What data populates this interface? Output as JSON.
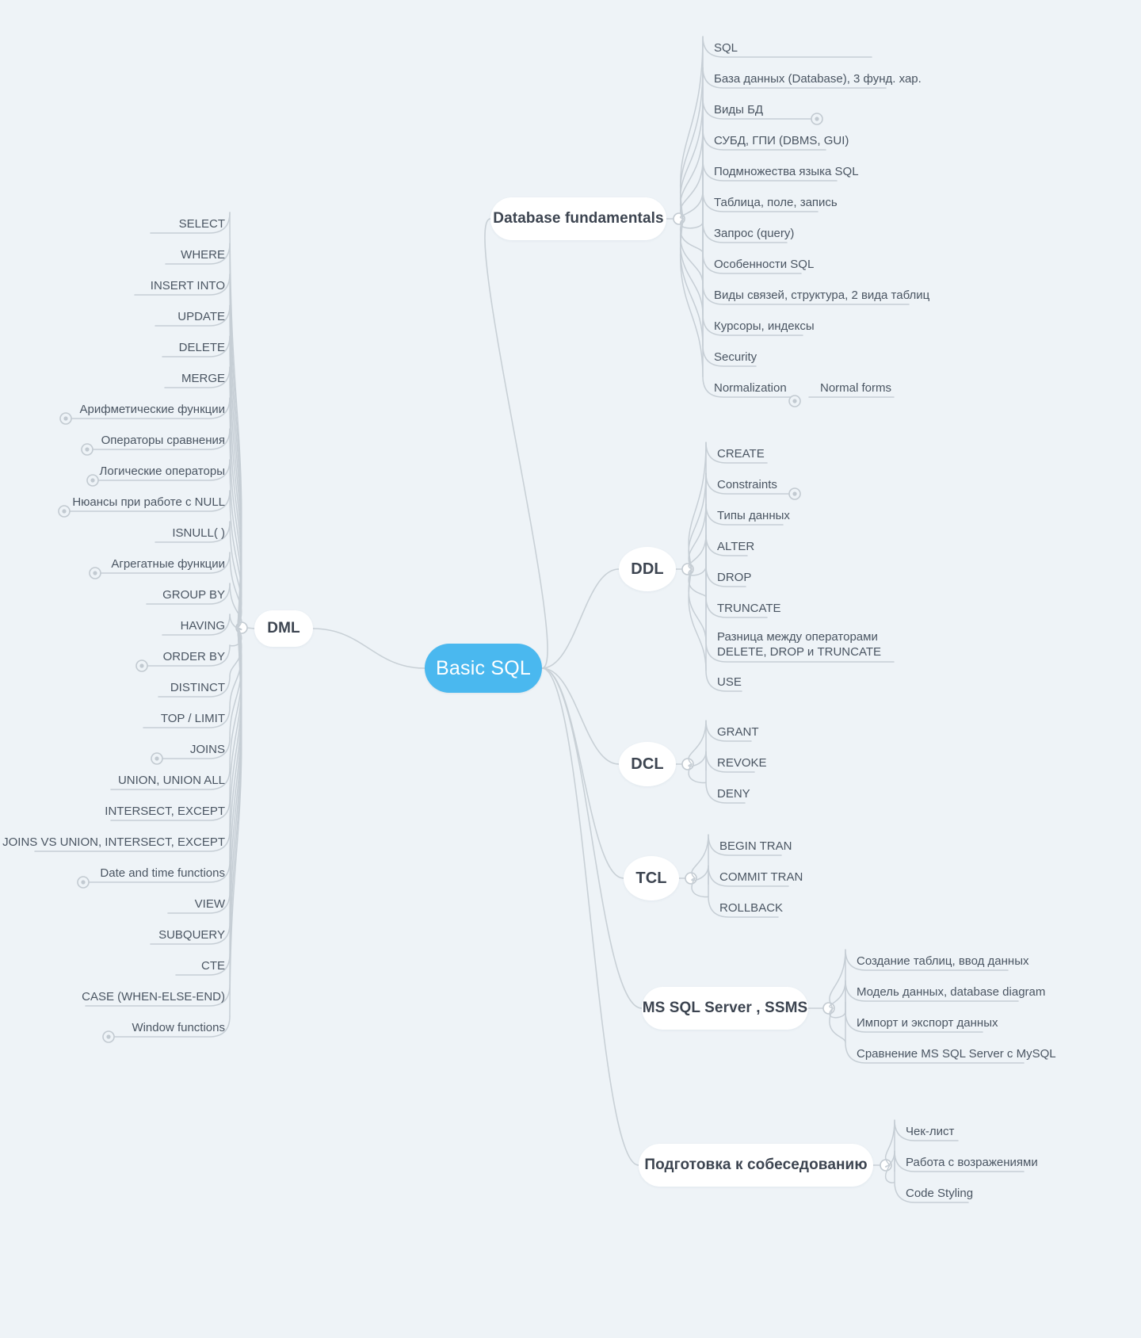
{
  "meta": {
    "background_color": "#eef3f7",
    "root_color": "#4ab8ef",
    "line_color": "#c8d0d6",
    "text_color": "#4a5562",
    "topic_text_color": "#3c4450"
  },
  "root": {
    "label": "Basic SQL"
  },
  "branches": {
    "database_fundamentals": {
      "label": "Database fundamentals",
      "items": [
        "SQL",
        "База данных (Database), 3 фунд. хар.",
        "Виды БД",
        "СУБД, ГПИ (DBMS, GUI)",
        "Подмножества языка SQL",
        "Таблица, поле, запись",
        "Запрос (query)",
        "Особенности SQL",
        "Виды связей, структура, 2 вида таблиц",
        "Курсоры, индексы",
        "Security",
        "Normalization"
      ],
      "sub": {
        "normalization": [
          "Normal forms"
        ]
      }
    },
    "dml": {
      "label": "DML",
      "items": [
        "SELECT",
        "WHERE",
        "INSERT INTO",
        "UPDATE",
        "DELETE",
        "MERGE",
        "Арифметические функции",
        "Операторы сравнения",
        "Логические операторы",
        "Нюансы при работе с NULL",
        "ISNULL( )",
        "Агрегатные функции",
        "GROUP BY",
        "HAVING",
        "ORDER BY",
        "DISTINCT",
        "TOP / LIMIT",
        "JOINS",
        "UNION, UNION ALL",
        "INTERSECT, EXCEPT",
        "JOINS VS UNION, INTERSECT, EXCEPT",
        "Date and time functions",
        "VIEW",
        "SUBQUERY",
        "CTE",
        "CASE (WHEN-ELSE-END)",
        "Window functions"
      ]
    },
    "ddl": {
      "label": "DDL",
      "items": [
        "CREATE",
        "Constraints",
        "Типы данных",
        "ALTER",
        "DROP",
        "TRUNCATE",
        "Разница между операторами DELETE, DROP и TRUNCATE",
        "USE"
      ]
    },
    "dcl": {
      "label": "DCL",
      "items": [
        "GRANT",
        "REVOKE",
        "DENY"
      ]
    },
    "tcl": {
      "label": "TCL",
      "items": [
        "BEGIN TRAN",
        "COMMIT TRAN",
        "ROLLBACK"
      ]
    },
    "ms_sql_server": {
      "label": "MS SQL Server , SSMS",
      "items": [
        "Создание таблиц, ввод данных",
        "Модель данных, database diagram",
        "Импорт и экспорт данных",
        "Сравнение MS SQL Server с MySQL"
      ]
    },
    "interview_prep": {
      "label": "Подготовка к собеседованию",
      "items": [
        "Чек-лист",
        "Работа с возражениями",
        "Code Styling"
      ]
    }
  }
}
